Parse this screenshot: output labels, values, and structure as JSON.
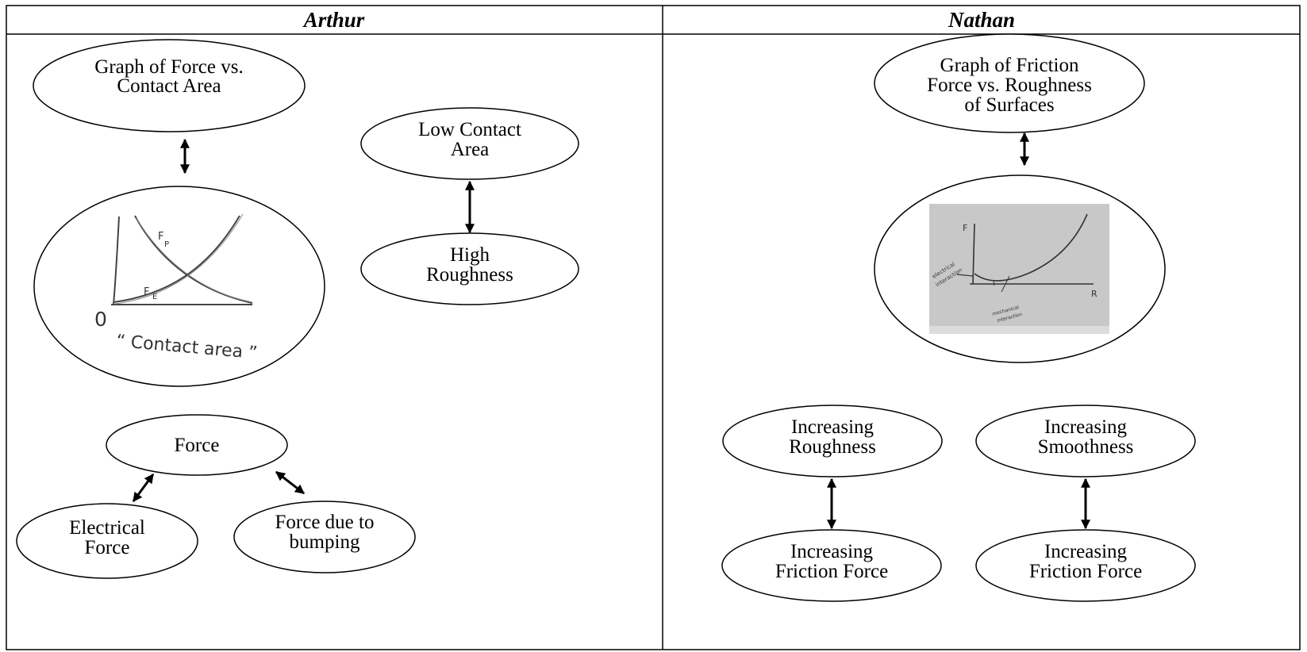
{
  "columns": [
    {
      "name": "Arthur"
    },
    {
      "name": "Nathan"
    }
  ],
  "arthur": {
    "graph_node": {
      "lines": [
        "Graph of Force vs.",
        "Contact Area"
      ]
    },
    "sketch": {
      "curve_labels": [
        "F",
        "P",
        "F",
        "E"
      ],
      "origin_label": "0",
      "axis_label": "“ Contact  area ”"
    },
    "low_contact_node": {
      "lines": [
        "Low Contact",
        "Area"
      ]
    },
    "high_roughness_node": {
      "lines": [
        "High",
        "Roughness"
      ]
    },
    "force_node": {
      "label": "Force"
    },
    "electrical_node": {
      "lines": [
        "Electrical",
        "Force"
      ]
    },
    "bumping_node": {
      "lines": [
        "Force due to",
        "bumping"
      ]
    }
  },
  "nathan": {
    "graph_node": {
      "lines": [
        "Graph of Friction",
        "Force vs. Roughness",
        "of Surfaces"
      ]
    },
    "sketch": {
      "y_label": "F",
      "x_label": "R",
      "left_note": [
        "electrical",
        "interaction"
      ],
      "bottom_note": [
        "mechanical",
        "interaction"
      ]
    },
    "roughness_node": {
      "lines": [
        "Increasing",
        "Roughness"
      ]
    },
    "smoothness_node": {
      "lines": [
        "Increasing",
        "Smoothness"
      ]
    },
    "friction_node_1": {
      "lines": [
        "Increasing",
        "Friction Force"
      ]
    },
    "friction_node_2": {
      "lines": [
        "Increasing",
        "Friction Force"
      ]
    }
  }
}
